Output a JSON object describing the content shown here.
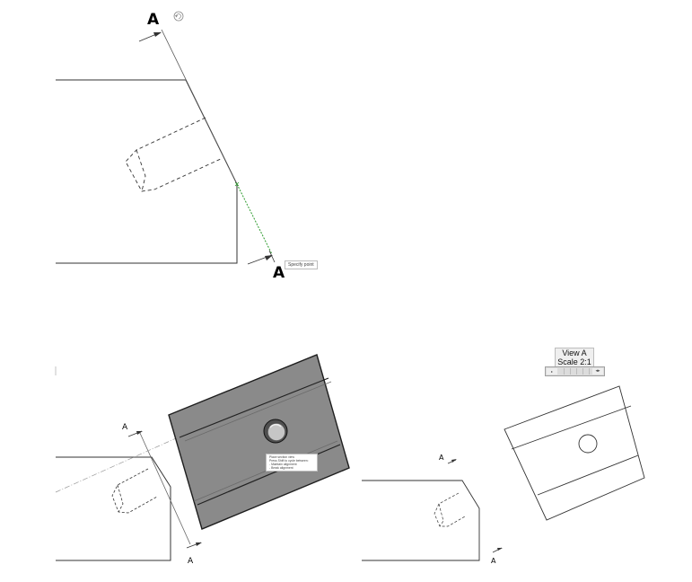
{
  "labels": {
    "section_top_1": "A",
    "section_top_2": "A",
    "section_bl_1": "A",
    "section_bl_2": "A",
    "section_br_1": "A",
    "section_br_2": "A"
  },
  "tooltips": {
    "specify_point": "Specify point",
    "place_view": {
      "line1": "Place section view",
      "line2": "Press Shift to cycle between:",
      "line3": "- Maintain alignment",
      "line4": "- Break alignment"
    }
  },
  "view_label": {
    "line1": "View A",
    "line2": "Scale 2:1"
  },
  "colors": {
    "line": "#222222",
    "construction": "#2e9b2e",
    "section_face": "#8a8a8a"
  },
  "icons": {
    "undo": "undo-icon"
  }
}
